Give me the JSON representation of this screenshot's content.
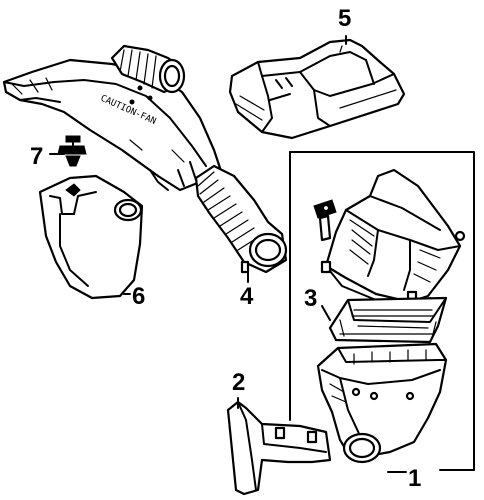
{
  "diagram": {
    "callouts": [
      {
        "id": "c1",
        "label": "1"
      },
      {
        "id": "c2",
        "label": "2"
      },
      {
        "id": "c3",
        "label": "3"
      },
      {
        "id": "c4",
        "label": "4"
      },
      {
        "id": "c5",
        "label": "5"
      },
      {
        "id": "c6",
        "label": "6"
      },
      {
        "id": "c7",
        "label": "7"
      }
    ],
    "duct_stamp": "CAUTION-FAN"
  }
}
